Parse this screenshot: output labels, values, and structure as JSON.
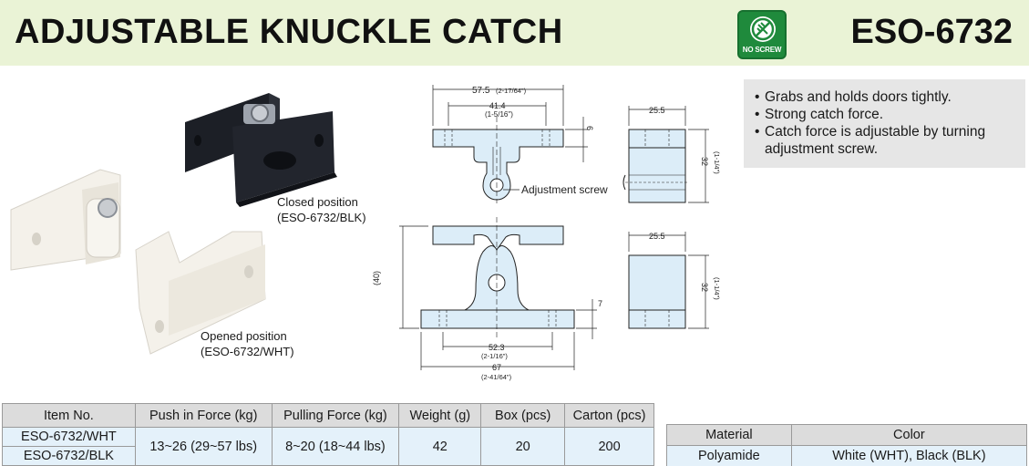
{
  "header": {
    "title": "ADJUSTABLE KNUCKLE CATCH",
    "model": "ESO-6732",
    "badge_label": "NO SCREW"
  },
  "features": [
    "Grabs and holds doors tightly.",
    "Strong catch force.",
    "Catch force is adjustable by turning adjustment screw."
  ],
  "photos": {
    "closed_caption_1": "Closed position",
    "closed_caption_2": "(ESO-6732/BLK)",
    "opened_caption_1": "Opened position",
    "opened_caption_2": "(ESO-6732/WHT)"
  },
  "drawing": {
    "dim_57_5": "57.5",
    "dim_57_5_in": "(2-17/64\")",
    "dim_41_4": "41.4",
    "dim_41_4_in": "(1-5/16\")",
    "dim_6": "6",
    "adjustment_screw": "Adjustment screw",
    "dim_25_5_top": "25.5",
    "dim_32_top": "32",
    "dim_32_top_in": "(1-1/4\")",
    "dim_40": "(40)",
    "dim_7": "7",
    "dim_52_3": "52.3",
    "dim_52_3_in": "(2-1/16\")",
    "dim_67": "67",
    "dim_67_in": "(2-41/64\")",
    "dim_25_5_bottom": "25.5",
    "dim_32_bottom": "32",
    "dim_32_bottom_in": "(1-1/4\")"
  },
  "spec_table": {
    "headers": [
      "Item No.",
      "Push in Force (kg)",
      "Pulling Force (kg)",
      "Weight (g)",
      "Box (pcs)",
      "Carton (pcs)"
    ],
    "item_1": "ESO-6732/WHT",
    "item_2": "ESO-6732/BLK",
    "push_in_force": "13~26 (29~57 lbs)",
    "pulling_force": "8~20 (18~44 lbs)",
    "weight": "42",
    "box": "20",
    "carton": "200"
  },
  "material_table": {
    "headers": [
      "Material",
      "Color"
    ],
    "material": "Polyamide",
    "color": "White (WHT), Black (BLK)"
  },
  "colors": {
    "header_bg": "#eaf3d6",
    "badge_green": "#1f8a3c",
    "features_bg": "#e6e6e6",
    "part_fill": "#dcedf8",
    "table_header_bg": "#dcdcdc",
    "table_cell_bg": "#e4f1fa"
  }
}
